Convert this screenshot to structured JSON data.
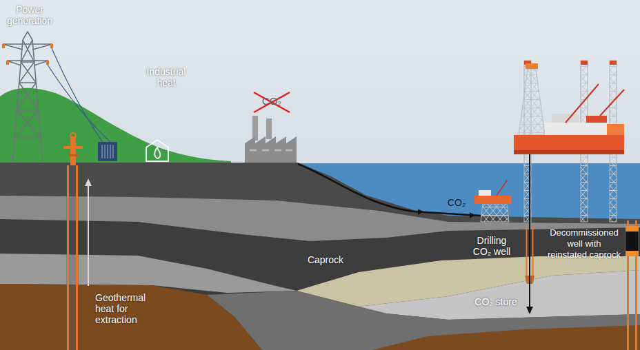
{
  "diagram": {
    "labels": [
      "Power generation",
      "Industrial heat",
      "CO₂",
      "CO₂",
      "Drilling CO₂ well",
      "Decommissioned well with reinstated caprock",
      "Caprock",
      "CO₂ store",
      "Geothermal heat for extraction"
    ]
  }
}
